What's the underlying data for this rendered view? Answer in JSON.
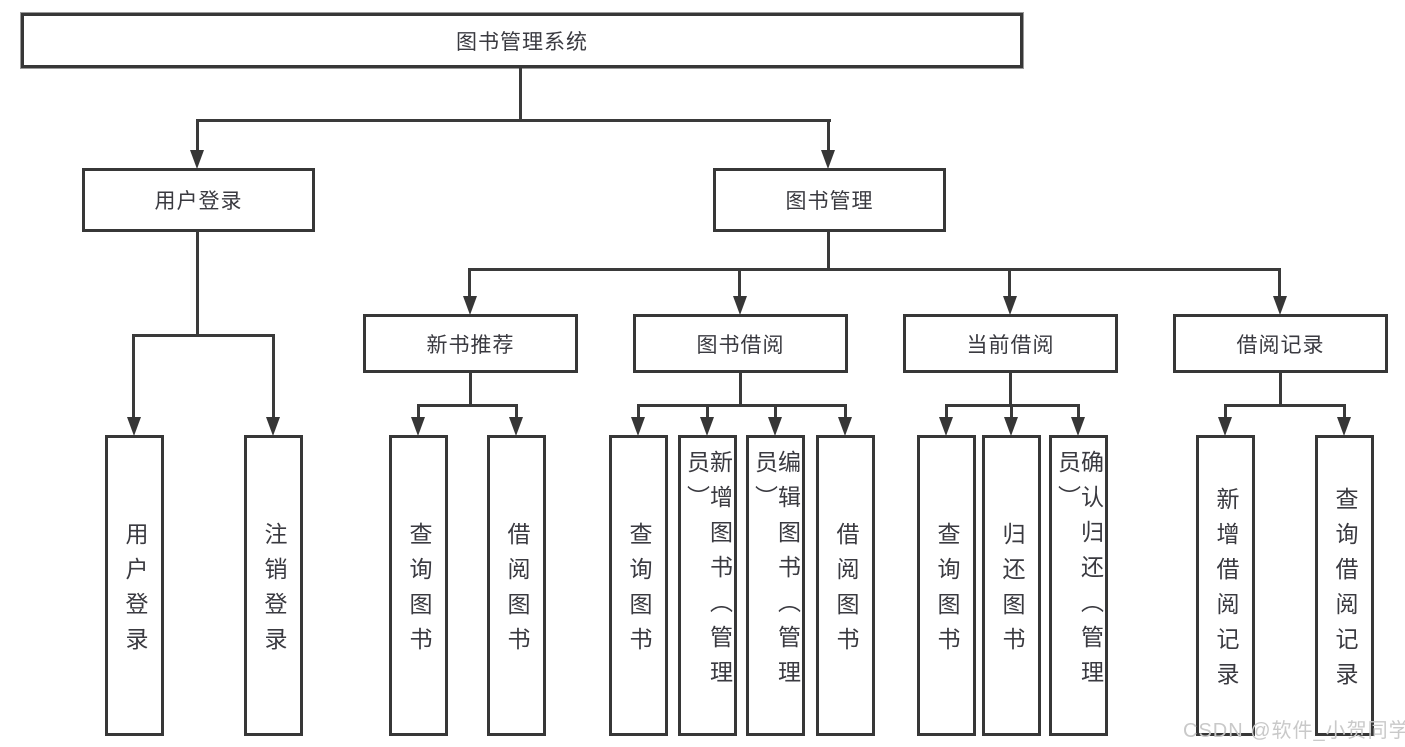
{
  "diagram": {
    "type": "tree",
    "root": {
      "label": "图书管理系统"
    },
    "level2": [
      {
        "label": "用户登录"
      },
      {
        "label": "图书管理"
      }
    ],
    "level3": [
      {
        "label": "新书推荐",
        "parent": "图书管理"
      },
      {
        "label": "图书借阅",
        "parent": "图书管理"
      },
      {
        "label": "当前借阅",
        "parent": "图书管理"
      },
      {
        "label": "借阅记录",
        "parent": "图书管理"
      }
    ],
    "leaves": [
      {
        "label": "用户登录",
        "parent": "用户登录"
      },
      {
        "label": "注销登录",
        "parent": "用户登录"
      },
      {
        "label": "查询图书",
        "parent": "新书推荐"
      },
      {
        "label": "借阅图书",
        "parent": "新书推荐"
      },
      {
        "label": "查询图书",
        "parent": "图书借阅"
      },
      {
        "label": "新增图书（管理员）",
        "parent": "图书借阅"
      },
      {
        "label": "编辑图书（管理员）",
        "parent": "图书借阅"
      },
      {
        "label": "借阅图书",
        "parent": "图书借阅"
      },
      {
        "label": "查询图书",
        "parent": "当前借阅"
      },
      {
        "label": "归还图书",
        "parent": "当前借阅"
      },
      {
        "label": "确认归还（管理员）",
        "parent": "当前借阅"
      },
      {
        "label": "新增借阅记录",
        "parent": "借阅记录"
      },
      {
        "label": "查询借阅记录",
        "parent": "借阅记录"
      }
    ],
    "colors": {
      "line": "#3a3a3a",
      "border": "#373737",
      "text": "#3a3a40",
      "background": "#ffffff",
      "watermark": "#c9c9c9"
    }
  },
  "watermark": {
    "text": "CSDN @软件_小贺同学"
  }
}
